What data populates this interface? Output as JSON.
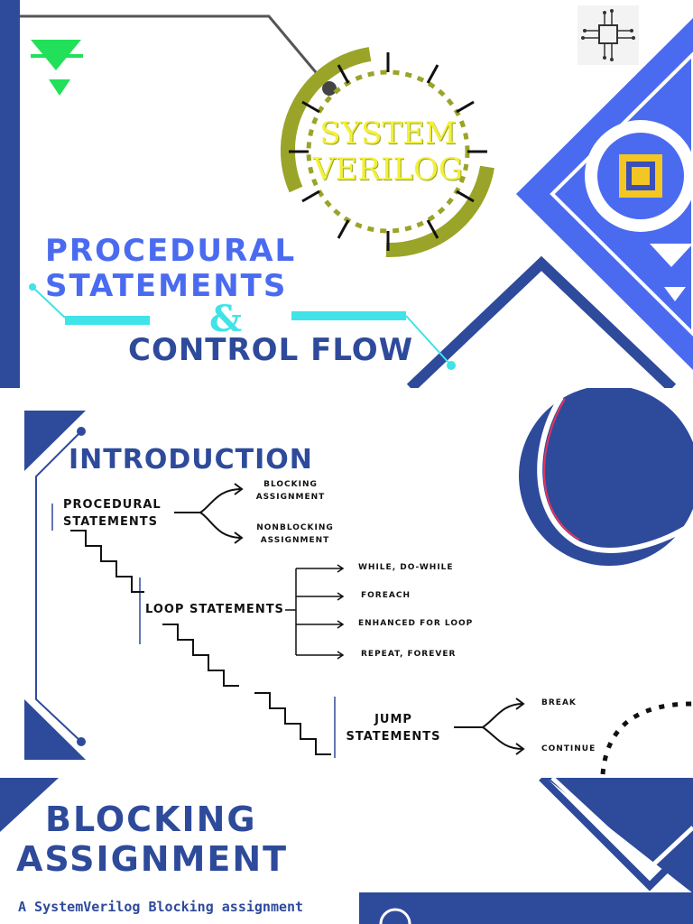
{
  "slide1": {
    "logo_word1": "SYSTEM",
    "logo_word2": "VERILOG",
    "title_line1": "PROCEDURAL",
    "title_line2": "STATEMENTS",
    "ampersand": "&",
    "title_line3": "CONTROL FLOW"
  },
  "slide2": {
    "heading": "INTRODUCTION",
    "procedural": "PROCEDURAL STATEMENTS",
    "blocking": "BLOCKING ASSIGNMENT",
    "nonblocking": "NONBLOCKING ASSIGNMENT",
    "loop": "LOOP STATEMENTS",
    "loop_items": [
      "WHILE, DO-WHILE",
      "FOREACH",
      "ENHANCED FOR LOOP",
      "REPEAT, FOREVER"
    ],
    "jump": "JUMP STATEMENTS",
    "jump_items": [
      "BREAK",
      "CONTINUE"
    ]
  },
  "slide3": {
    "heading_line1": "BLOCKING",
    "heading_line2": "ASSIGNMENT",
    "body_text": "A SystemVerilog Blocking assignment"
  },
  "colors": {
    "navy": "#2e4a9b",
    "royal": "#4a6bf0",
    "olive": "#9aa428",
    "cyan": "#3fe3e8",
    "yellow": "#f2f03a",
    "green": "#22e05a"
  }
}
